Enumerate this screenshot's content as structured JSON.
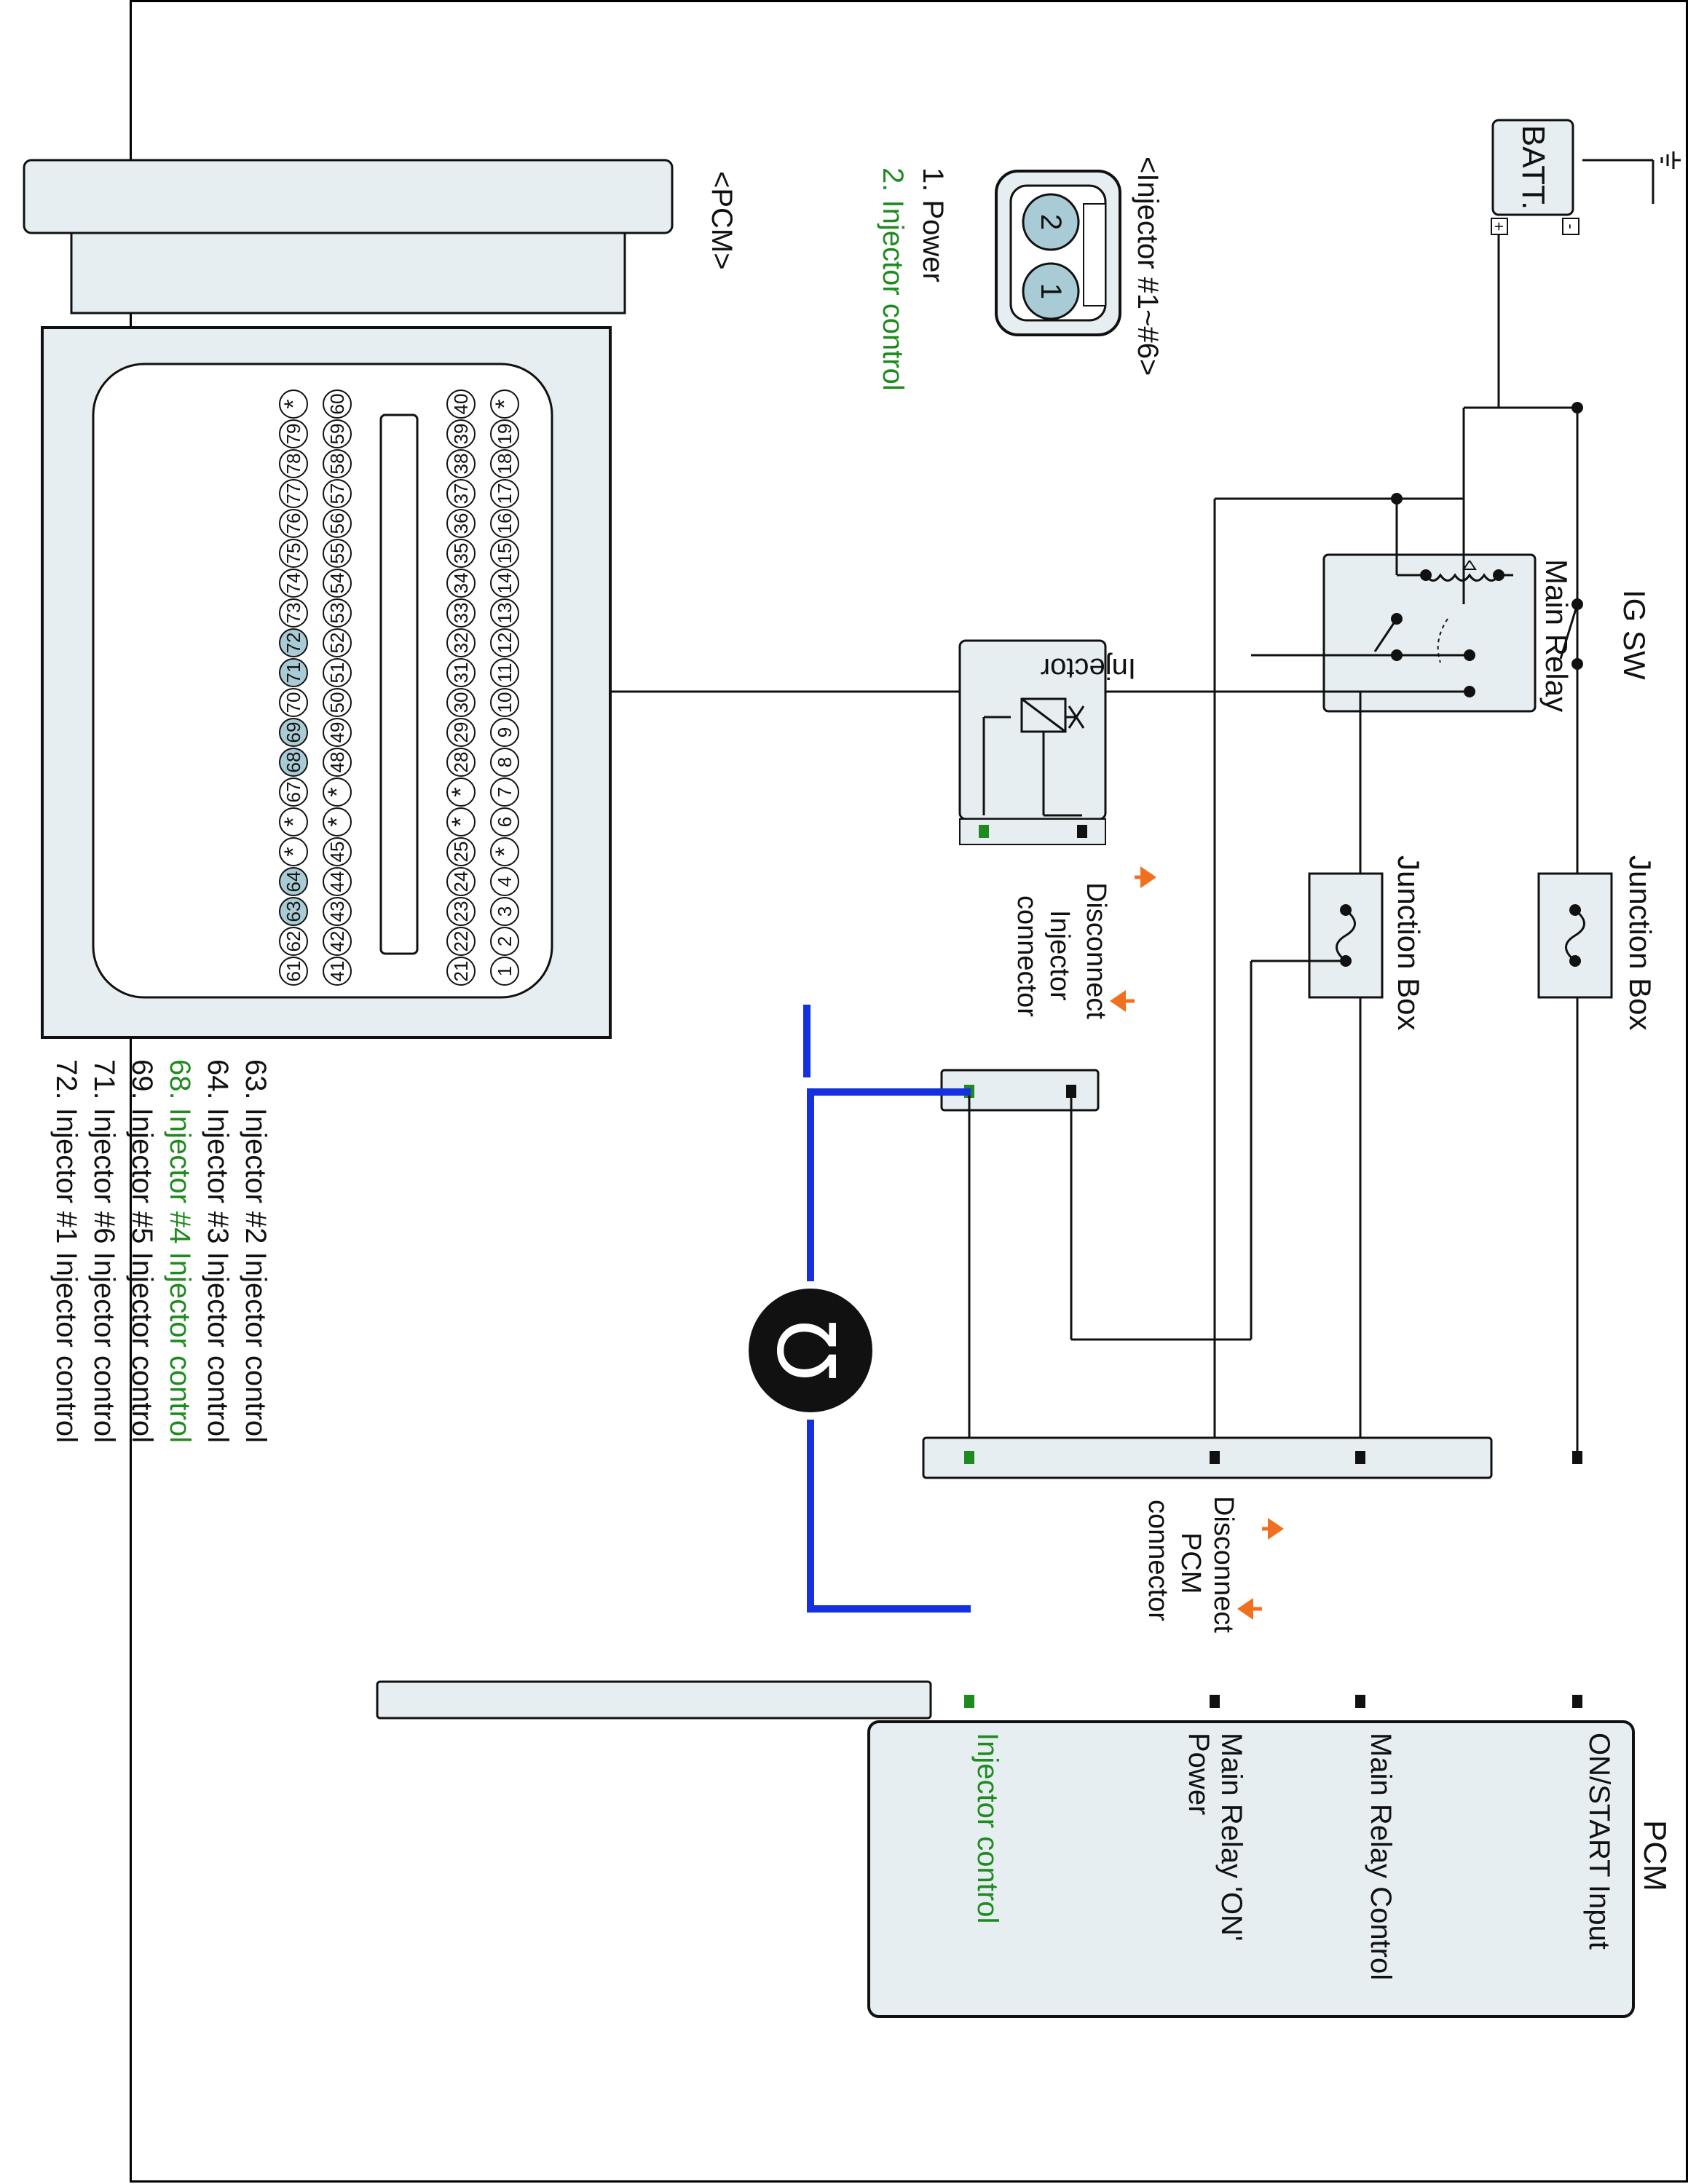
{
  "battery": {
    "label": "BATT.",
    "plus": "+",
    "minus": "-"
  },
  "ig_sw": {
    "label": "IG SW"
  },
  "main_relay": {
    "label": "Main Relay"
  },
  "junction_box_1": {
    "label": "Junction Box"
  },
  "junction_box_2": {
    "label": "Junction Box"
  },
  "injector": {
    "label": "Injector"
  },
  "disconnect_injector": {
    "line1": "Disconnect",
    "line2": "Injector",
    "line3": "connector"
  },
  "disconnect_pcm": {
    "line1": "Disconnect",
    "line2": "PCM",
    "line3": "connector"
  },
  "pcm_block": {
    "title": "PCM",
    "on_start_input": "ON/START Input",
    "main_relay_control": "Main Relay Control",
    "main_relay_on_power_line1": "Main Relay 'ON'",
    "main_relay_on_power_line2": "Power",
    "injector_control": "Injector control"
  },
  "injector_connector": {
    "title": "<Injector #1~#6>",
    "pin_1_label": "1. Power",
    "pin_2_label": "2. Injector control",
    "pin_1": "1",
    "pin_2": "2"
  },
  "pcm_connector": {
    "title": "<PCM>",
    "row_top": [
      "*",
      "19",
      "18",
      "17",
      "16",
      "15",
      "14",
      "13",
      "12",
      "11",
      "10",
      "9",
      "8",
      "7",
      "6",
      "*",
      "4",
      "3",
      "2",
      "1"
    ],
    "row_second": [
      "40",
      "39",
      "38",
      "37",
      "36",
      "35",
      "34",
      "33",
      "32",
      "31",
      "30",
      "29",
      "28",
      "*",
      "*",
      "25",
      "24",
      "23",
      "22",
      "21"
    ],
    "row_third": [
      "60",
      "59",
      "58",
      "57",
      "56",
      "55",
      "54",
      "53",
      "52",
      "51",
      "50",
      "49",
      "48",
      "*",
      "*",
      "45",
      "44",
      "43",
      "42",
      "41"
    ],
    "row_bottom": [
      "*",
      "79",
      "78",
      "77",
      "76",
      "75",
      "74",
      "73",
      "72",
      "71",
      "70",
      "69",
      "68",
      "67",
      "*",
      "*",
      "64",
      "63",
      "62",
      "61"
    ],
    "highlighted_pins": [
      "72",
      "71",
      "69",
      "68",
      "64",
      "63"
    ]
  },
  "pin_list": [
    {
      "text": "63. Injector #2 Injector control",
      "highlight": false
    },
    {
      "text": "64. Injector #3 Injector control",
      "highlight": false
    },
    {
      "text": "68. Injector #4 Injector control",
      "highlight": true
    },
    {
      "text": "69. Injector #5 Injector control",
      "highlight": false
    },
    {
      "text": "71. Injector #6 Injector control",
      "highlight": false
    },
    {
      "text": "72. Injector #1 Injector control",
      "highlight": false
    }
  ],
  "colors": {
    "test_lead": "#1530e0",
    "arrow": "#f07020",
    "highlight_text": "#1f8a1f",
    "terminal_highlight": "#1f8a1f",
    "pin_highlight": "#a9cbd6",
    "box_fill": "#e6eef1"
  },
  "meter": {
    "icon": "ohm-meter-icon",
    "symbol": "Ω"
  }
}
